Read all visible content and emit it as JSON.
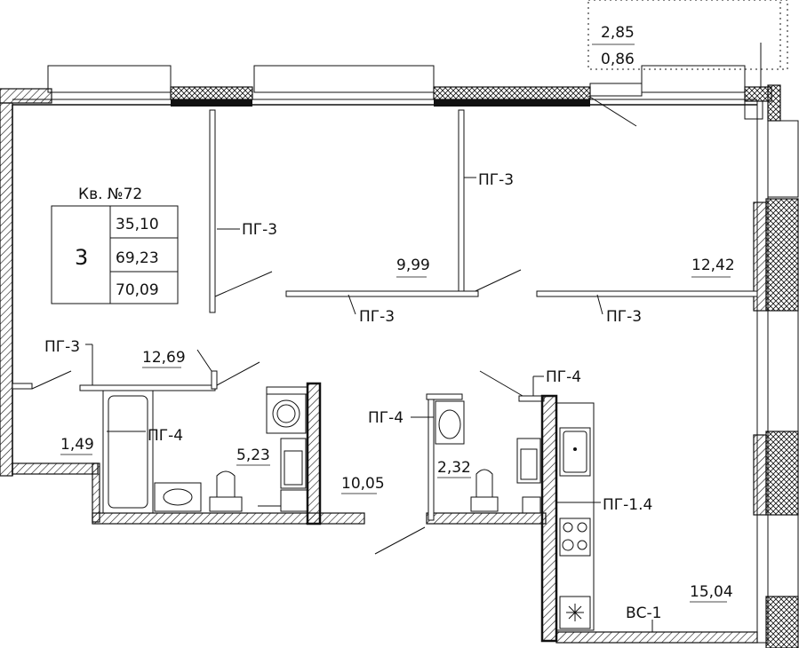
{
  "apartment": {
    "label": "Кв. №72",
    "rooms": "3",
    "area_living": "35,10",
    "area_total": "69,23",
    "area_total2": "70,09"
  },
  "balcony": {
    "area": "2,85",
    "area_reduced": "0,86"
  },
  "room_areas": {
    "room_left": "12,69",
    "room_mid": "9,99",
    "room_right": "12,42",
    "corridor": "1,49",
    "bath": "5,23",
    "hall": "10,05",
    "wc": "2,32",
    "kitchen": "15,04"
  },
  "partition_labels": {
    "pg3_a": "ПГ-3",
    "pg3_b": "ПГ-3",
    "pg3_c": "ПГ-3",
    "pg3_d": "ПГ-3",
    "pg3_e": "ПГ-3",
    "pg4_a": "ПГ-4",
    "pg4_b": "ПГ-4",
    "pg4_c": "ПГ-4",
    "pg14": "ПГ-1.4",
    "vs1": "ВС-1"
  }
}
